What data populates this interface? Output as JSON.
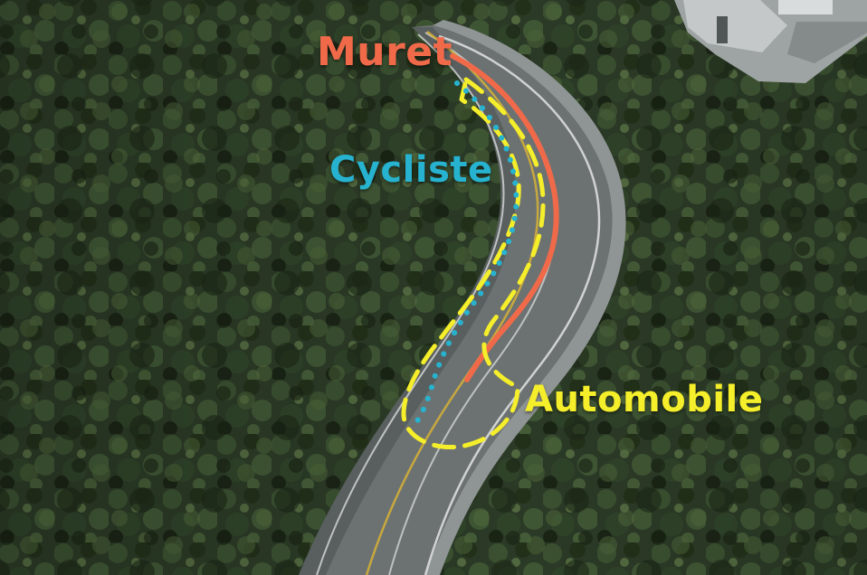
{
  "labels": {
    "wall": "Muret",
    "cyclist": "Cycliste",
    "car": "Automobile"
  },
  "colors": {
    "wall": "#f06a4a",
    "cyclist": "#27b3cf",
    "car": "#f5ee2a",
    "forest_dark": "#1e2a1d",
    "forest": "#2d3f27",
    "road": "#6f7575",
    "road_edge_line": "#e6e6e6",
    "center_line": "#d6b23c",
    "building": "#b8bcbc"
  }
}
